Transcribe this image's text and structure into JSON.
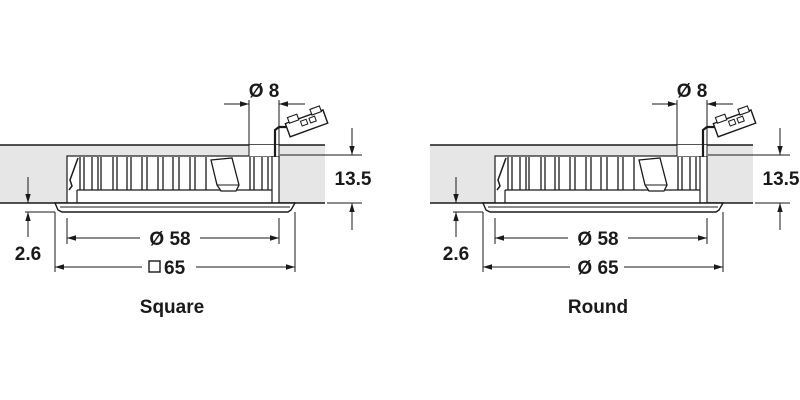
{
  "colors": {
    "line": "#1a1a1a",
    "panel_fill": "#e6e6e6",
    "background": "#ffffff"
  },
  "drawings": [
    {
      "caption": "Square",
      "dimensions": {
        "cable_diameter": "Ø 8",
        "height": "13.5",
        "flange_thickness": "2.6",
        "inner_diameter": "Ø 58",
        "outer_size": "65",
        "outer_size_symbol": "square"
      }
    },
    {
      "caption": "Round",
      "dimensions": {
        "cable_diameter": "Ø 8",
        "height": "13.5",
        "flange_thickness": "2.6",
        "inner_diameter": "Ø 58",
        "outer_size": "Ø 65",
        "outer_size_symbol": "diameter"
      }
    }
  ]
}
